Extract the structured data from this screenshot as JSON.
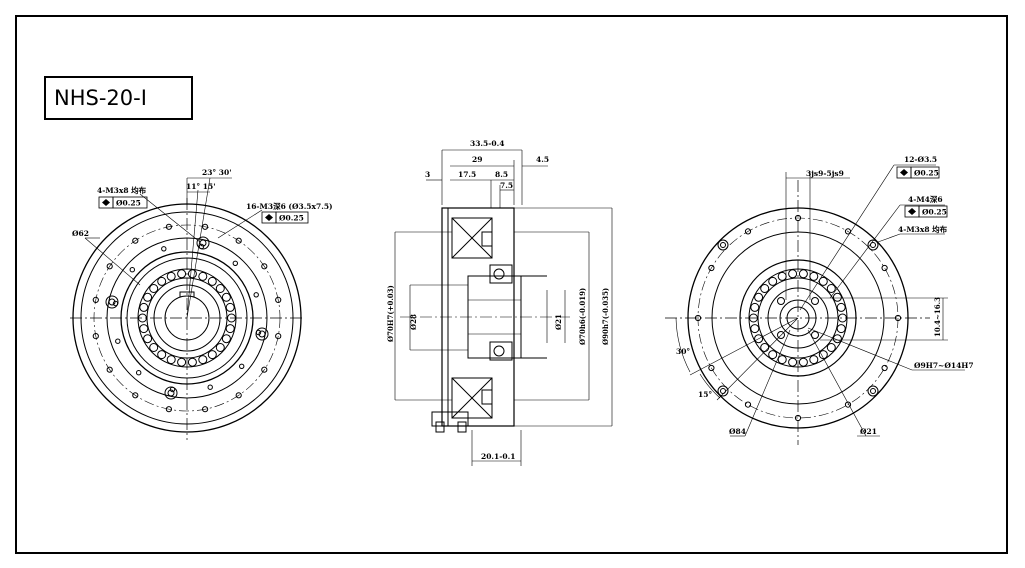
{
  "model": "NHS-20-I",
  "left_view": {
    "angle_outer": "23° 30'",
    "angle_inner": "11° 15'",
    "holes_left": "4-M3x8 均布",
    "holes_left_tol": "Ø0.25",
    "holes_right": "16-M3深6 (Ø3.5x7.5)",
    "holes_right_tol": "Ø0.25",
    "dia_pcd": "Ø62"
  },
  "side_view": {
    "overall": "33.5-0.4",
    "width29": "29",
    "width45": "4.5",
    "left3": "3",
    "w175": "17.5",
    "w85": "8.5",
    "w75": "7.5",
    "bottom": "20.1-0.1",
    "d28": "Ø28",
    "d21": "Ø21",
    "d70h7": "Ø70H7(+0.03)",
    "d70h6": "Ø70h6(-0.019)",
    "d90h7": "Ø90h7(-0.035)"
  },
  "right_view": {
    "key": "3js9-5js9",
    "holes_top": "12-Ø3.5",
    "holes_top_tol": "Ø0.25",
    "holes_mid": "4-M4深6",
    "holes_mid_tol": "Ø0.25",
    "holes_low": "4-M3x8 均布",
    "dim_163": "10.4~16.3",
    "bore": "Ø9H7~Ø14H7",
    "angle30": "30°",
    "angle15": "15°",
    "d84": "Ø84",
    "d21": "Ø21"
  }
}
